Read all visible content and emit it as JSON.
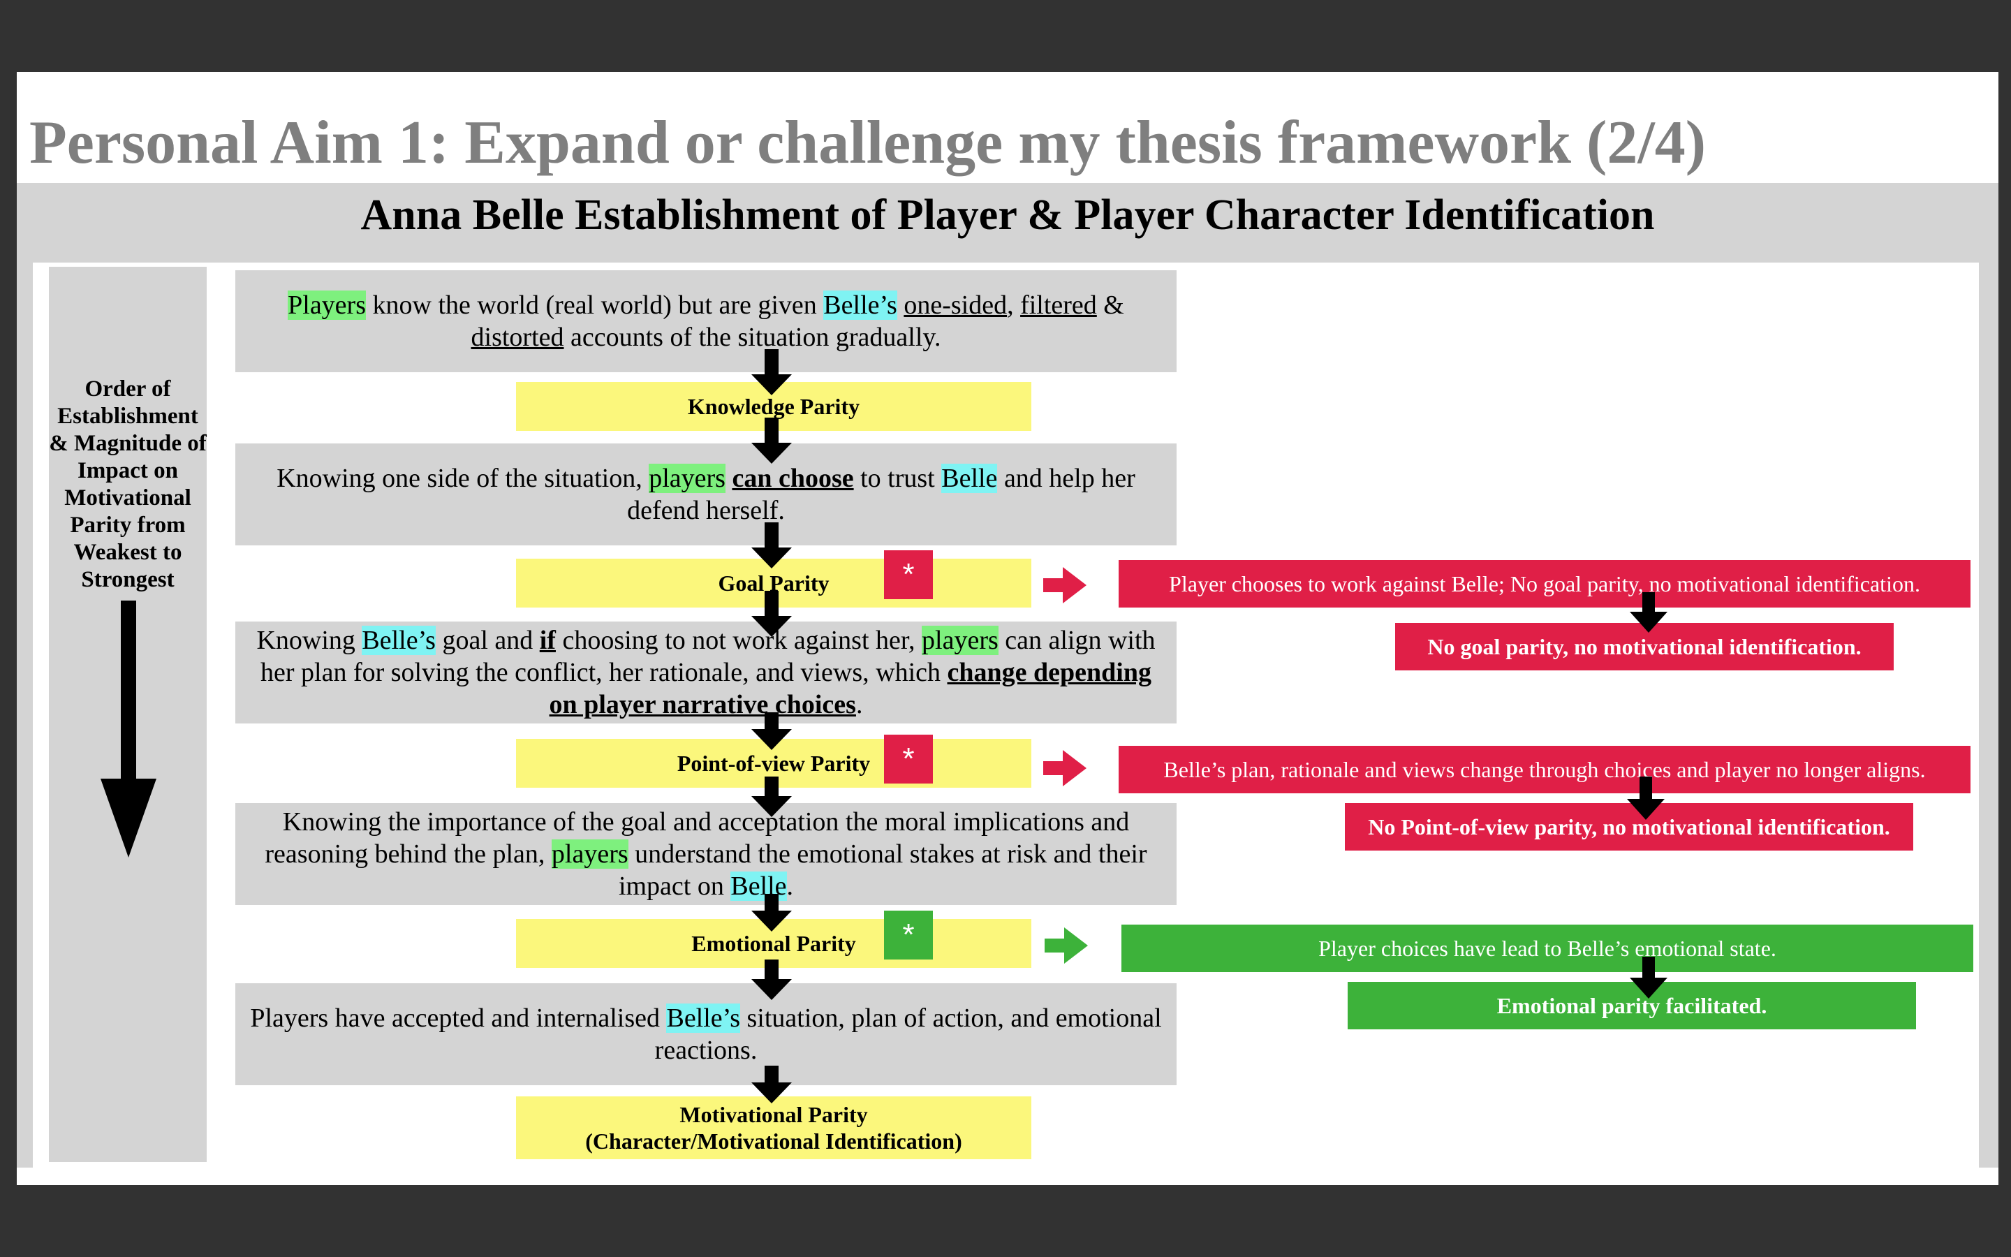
{
  "slide": {
    "title": "Personal Aim 1: Expand or challenge my thesis framework (2/4)",
    "diagram_title": "Anna Belle Establishment of Player & Player Character Identification",
    "sidebar_label": "Order of Establishment & Magnitude of Impact on Motivational Parity from Weakest to Strongest"
  },
  "flow": {
    "box1": {
      "players": "Players",
      "t1": " know the world (real world) but are given ",
      "belles": "Belle’s",
      "t2": " ",
      "one_sided": "one-sided",
      "t3": ", ",
      "filtered": "filtered",
      "t4": " &",
      "distorted": "distorted",
      "t5": " accounts of the situation gradually."
    },
    "knowledge_label": "Knowledge Parity",
    "box2": {
      "t1": "Knowing one side of the situation, ",
      "players": "players",
      "t2": " ",
      "can_choose": "can choose",
      "t3": " to trust ",
      "belle": "Belle",
      "t4": " and help her defend herself."
    },
    "goal_label": "Goal Parity",
    "box3": {
      "t1": "Knowing ",
      "belles": "Belle’s",
      "t2": " goal and ",
      "if": "if",
      "t3": " choosing to not work against her, ",
      "players": "players",
      "t4": " can align with her plan for solving the conflict, her rationale, and views, which ",
      "change": "change depending on player narrative choices",
      "t5": "."
    },
    "pov_label": "Point-of-view Parity",
    "box4": {
      "t1": "Knowing the importance of the goal and acceptation the moral implications and reasoning behind the plan, ",
      "players": "players",
      "t2": " understand the emotional stakes at risk and their impact on ",
      "belle": "Belle",
      "t3": "."
    },
    "emotional_label": "Emotional Parity",
    "box5": {
      "t1": "Players have accepted and internalised ",
      "belles": "Belle’s",
      "t2": " situation, plan of action, and emotional reactions."
    },
    "motivational_label_line1": "Motivational Parity",
    "motivational_label_line2": "(Character/Motivational Identification)"
  },
  "side": {
    "star": "*",
    "goal_branch": "Player chooses to work against Belle; No goal parity, no motivational identification.",
    "goal_result": "No goal parity, no motivational identification.",
    "pov_branch": "Belle’s plan, rationale and views change through choices and player no longer aligns.",
    "pov_result": "No Point-of-view parity, no motivational identification.",
    "emo_branch": "Player choices have lead to Belle’s emotional state.",
    "emo_result": "Emotional parity facilitated."
  },
  "colors": {
    "background": "#323232",
    "title_gray": "#7f7f7f",
    "panel_gray": "#d4d4d4",
    "yellow": "#fbf77c",
    "red": "#e01f47",
    "green": "#3db23a",
    "highlight_green": "#7ef07e",
    "highlight_cyan": "#7ff3f3"
  }
}
